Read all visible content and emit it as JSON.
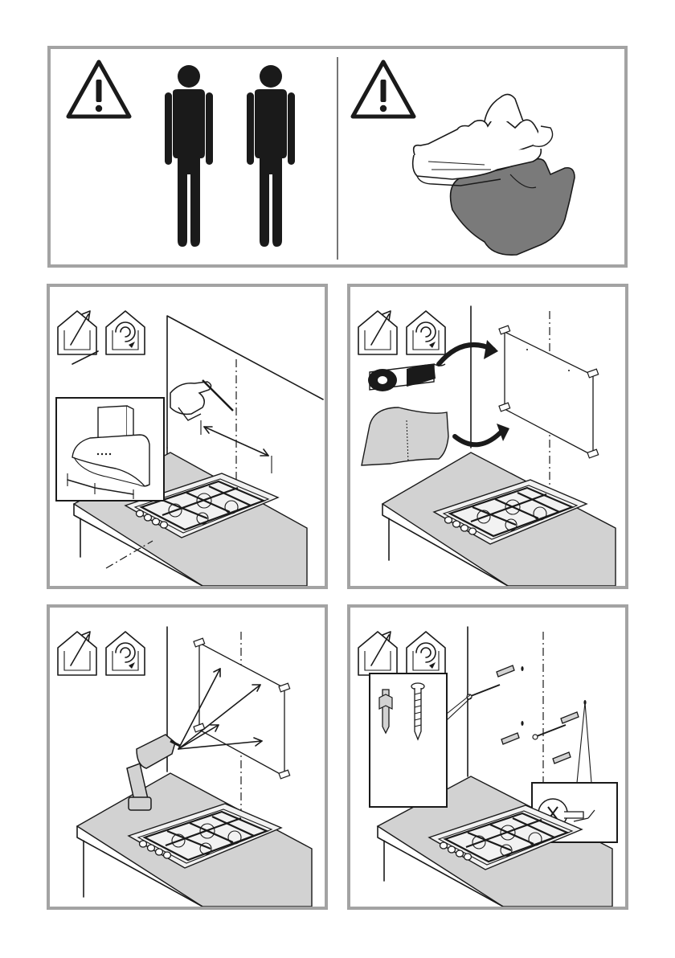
{
  "icons": {
    "warning": "warning-triangle-icon",
    "people": "two-people-icon",
    "gloves": "protective-gloves-icon",
    "ducted": "ducted-mode-house-icon",
    "recirculation": "recirculation-mode-house-icon"
  },
  "colors": {
    "panel_border": "#a3a3a3",
    "counter": "#d2d2d2",
    "glove_dark": "#7a7a7a"
  },
  "panels": [
    {
      "step": "warning-two-persons-gloves"
    },
    {
      "step": "mark-wall-position"
    },
    {
      "step": "apply-tape-and-template"
    },
    {
      "step": "drill-holes"
    },
    {
      "step": "insert-plugs-and-screws"
    }
  ]
}
